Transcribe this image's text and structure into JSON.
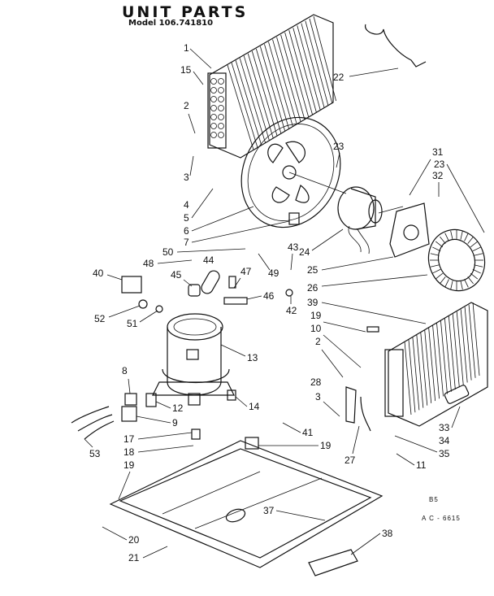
{
  "header": {
    "title": "UNIT PARTS",
    "model": "Model 106.741810"
  },
  "codes": {
    "code1": "B5",
    "code2": "A C - 6615"
  },
  "callouts": [
    "1",
    "15",
    "2",
    "3",
    "4",
    "5",
    "6",
    "7",
    "22",
    "23",
    "31",
    "23",
    "32",
    "24",
    "25",
    "26",
    "39",
    "19",
    "10",
    "2",
    "28",
    "3",
    "27",
    "11",
    "35",
    "34",
    "33",
    "50",
    "48",
    "44",
    "49",
    "43",
    "47",
    "45",
    "42",
    "40",
    "46",
    "52",
    "51",
    "13",
    "8",
    "12",
    "9",
    "14",
    "53",
    "17",
    "18",
    "19",
    "41",
    "19",
    "37",
    "38",
    "20",
    "21"
  ]
}
